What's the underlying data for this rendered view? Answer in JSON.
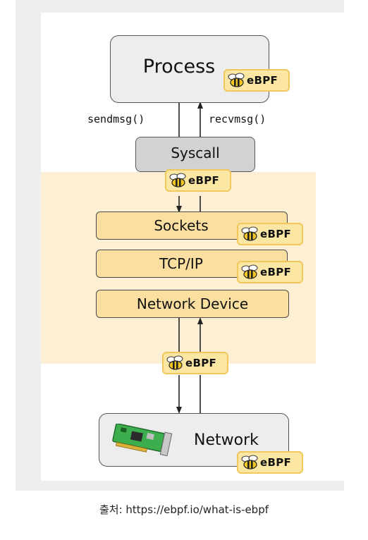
{
  "diagram": {
    "process_label": "Process",
    "syscall_label": "Syscall",
    "sockets_label": "Sockets",
    "tcpip_label": "TCP/IP",
    "network_device_label": "Network Device",
    "network_label": "Network",
    "send_call": "sendmsg()",
    "recv_call": "recvmsg()",
    "ebpf_badge_text": "eBPF"
  },
  "caption": "출처: https://ebpf.io/what-is-ebpf",
  "colors": {
    "kernel_area": "#fdefd3",
    "layer_fill": "#fbdfa0",
    "badge_fill": "#fbe6a4",
    "badge_border": "#f0c75a",
    "process_fill": "#ededed",
    "syscall_fill": "#d2d2d2"
  },
  "icons": [
    "bee-icon",
    "network-card-icon",
    "arrow-down-icon",
    "arrow-up-icon"
  ]
}
